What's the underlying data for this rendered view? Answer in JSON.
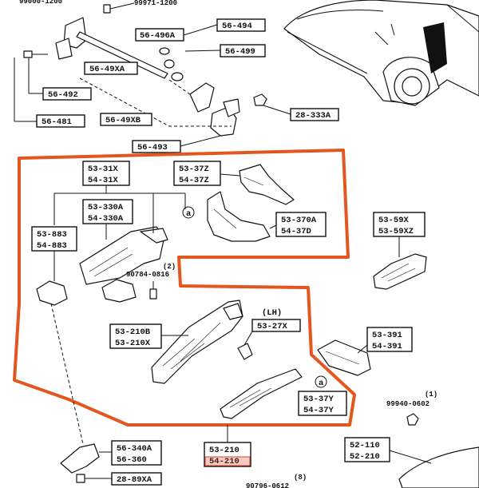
{
  "colors": {
    "outline": "#e2571e",
    "highlight": "#d9442b",
    "ink": "#111111"
  },
  "labels": {
    "top_left_partial": "99000-1200",
    "top_right_partial": "99971-1200",
    "p56_496A": "56-496A",
    "p56_494": "56-494",
    "p56_49XA": "56-49XA",
    "p56_499": "56-499",
    "p56_492": "56-492",
    "p28_333A": "28-333A",
    "p56_481": "56-481",
    "p56_49XB": "56-49XB",
    "p56_493": "56-493",
    "p53_31X": "53-31X",
    "p54_31X": "54-31X",
    "p53_37Z": "53-37Z",
    "p54_37Z": "54-37Z",
    "p53_330A": "53-330A",
    "p54_330A": "54-330A",
    "p53_883": "53-883",
    "p54_883": "54-883",
    "p53_370A": "53-370A",
    "p54_37D": "54-37D",
    "p53_59X": "53-59X",
    "p53_59XZ": "53-59XZ",
    "qty_2": "(2)",
    "p90784": "90784-0816",
    "lh": "(LH)",
    "p53_210B": "53-210B",
    "p53_210X": "53-210X",
    "p53_27X": "53-27X",
    "p53_391": "53-391",
    "p54_391": "54-391",
    "p53_37Y": "53-37Y",
    "p54_37Y": "54-37Y",
    "qty_1": "(1)",
    "p99940": "99940-0602",
    "p56_340A": "56-340A",
    "p56_360": "56-360",
    "p53_210": "53-210",
    "p54_210": "54-210",
    "p52_110": "52-110",
    "p52_210": "52-210",
    "p28_89XA": "28-89XA",
    "qty_8": "(8)",
    "p90796": "90796-0612",
    "ref_a": "a"
  }
}
